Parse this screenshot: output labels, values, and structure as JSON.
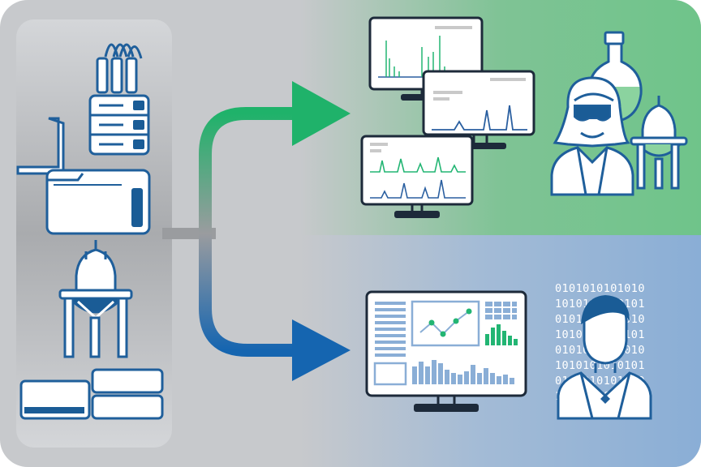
{
  "colors": {
    "instrument_blue": "#1a5c96",
    "outline_blue": "#1f5f9b",
    "green_accent": "#22b573",
    "green_panel": "#74c58e",
    "blue_panel": "#8eafd4",
    "grey_panel": "#c7c9cc",
    "arrow_green": "#1fb26a",
    "arrow_blue": "#1565b0",
    "binary_text": "#ffffff"
  },
  "icons": {
    "instruments": [
      "chromatograph-icon",
      "rack-server-icon",
      "lab-instrument-icon",
      "bioreactor-icon",
      "tray-icon"
    ],
    "outputs_top": [
      "spectrum-monitor-icon",
      "scientist-icon",
      "flask-icon",
      "reactor-icon"
    ],
    "outputs_bottom": [
      "dashboard-monitor-icon",
      "data-scientist-icon"
    ]
  },
  "binary_lines": [
    "0101010101010",
    "1010101010101",
    "0101010101010",
    "1010101010101",
    "0101010101010",
    "1010101010101",
    "0101010101010",
    "1010101010101"
  ]
}
